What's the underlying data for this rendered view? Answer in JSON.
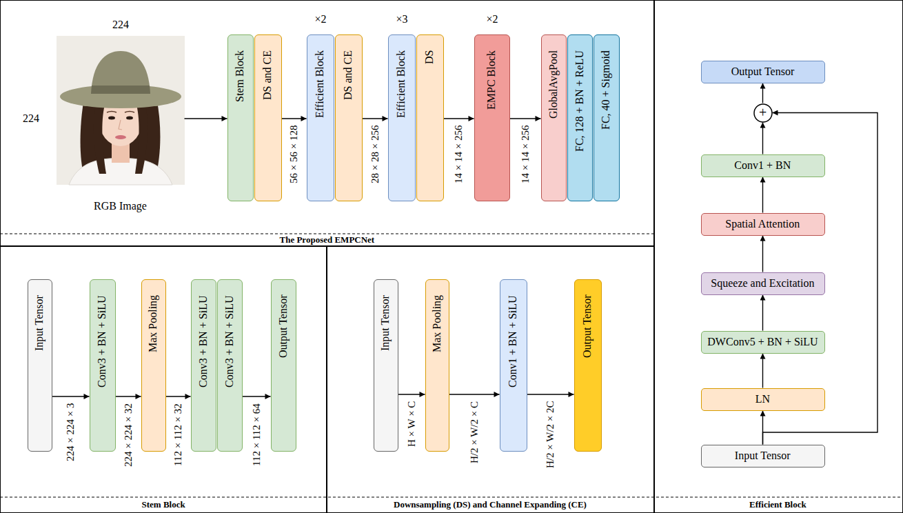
{
  "diagram": {
    "nodes": [
      {
        "text": [
          "The Proposed EMPCNet"
        ]
      },
      {
        "text": [
          "RGB Image"
        ],
        "in": 0
      },
      {
        "text": [
          "Stem Block"
        ],
        "in": 0
      },
      {
        "text": [
          "DS and CE"
        ],
        "in": 0
      },
      {
        "text": [
          "Efficient Block"
        ],
        "in": 0
      },
      {
        "text": [
          "DS and CE"
        ],
        "in": 0
      },
      {
        "text": [
          "Efficient Block"
        ],
        "in": 0
      },
      {
        "text": [
          "DS"
        ],
        "in": 0
      },
      {
        "text": [
          "EMPC Block"
        ],
        "in": 0
      },
      {
        "text": [
          "GlobalAvgPool"
        ],
        "in": 0
      },
      {
        "text": [
          "FC, 128 + BN + ReLU"
        ],
        "in": 0
      },
      {
        "text": [
          "FC, 40 + Sigmoid"
        ],
        "in": 0
      },
      {
        "text": [
          "Stem Block"
        ]
      },
      {
        "text": [
          "Input Tensor"
        ],
        "in": 12
      },
      {
        "text": [
          "Conv3 + BN + SiLU"
        ],
        "in": 12
      },
      {
        "text": [
          "Max Pooling"
        ],
        "in": 12
      },
      {
        "text": [
          "Conv3 + BN + SiLU"
        ],
        "in": 12
      },
      {
        "text": [
          "Conv3 + BN + SiLU"
        ],
        "in": 12
      },
      {
        "text": [
          "Output Tensor"
        ],
        "in": 12
      },
      {
        "text": [
          "Downsampling (DS) and Channel Expanding (CE)"
        ]
      },
      {
        "text": [
          "Input Tensor"
        ],
        "in": 19
      },
      {
        "text": [
          "Max Pooling"
        ],
        "in": 19
      },
      {
        "text": [
          "Conv1 + BN + SiLU"
        ],
        "in": 19
      },
      {
        "text": [
          "Output Tensor"
        ],
        "in": 19
      },
      {
        "text": [
          "Efficient Block"
        ]
      },
      {
        "text": [
          "Output Tensor"
        ],
        "in": 24
      },
      {
        "text": [
          "+"
        ],
        "in": 24
      },
      {
        "text": [
          "Conv1 + BN"
        ],
        "in": 24
      },
      {
        "text": [
          "Spatial Attention"
        ],
        "in": 24
      },
      {
        "text": [
          "Squeeze and Excitation"
        ],
        "in": 24
      },
      {
        "text": [
          "DWConv5 + BN + SiLU"
        ],
        "in": 24
      },
      {
        "text": [
          "LN"
        ],
        "in": 24
      },
      {
        "text": [
          "Input Tensor"
        ],
        "in": 24
      }
    ],
    "edges": [
      {
        "from": 1,
        "to": 2,
        "arrow": "to"
      },
      {
        "from": 3,
        "to": 4,
        "arrow": "to",
        "label": "56 × 56 × 128"
      },
      {
        "from": 5,
        "to": 6,
        "arrow": "to",
        "label": "28 × 28 × 256"
      },
      {
        "from": 7,
        "to": 8,
        "arrow": "to",
        "label": "14 × 14 × 256"
      },
      {
        "from": 8,
        "to": 9,
        "arrow": "to",
        "label": "14 × 14 × 256"
      },
      {
        "from": 13,
        "to": 14,
        "arrow": "to",
        "label": "224 × 224 × 3"
      },
      {
        "from": 14,
        "to": 15,
        "arrow": "to",
        "label": "224 × 224 × 32"
      },
      {
        "from": 15,
        "to": 16,
        "arrow": "to",
        "label": "112 × 112 × 32"
      },
      {
        "from": 17,
        "to": 18,
        "arrow": "to",
        "label": "112 × 112 × 64"
      },
      {
        "from": 20,
        "to": 21,
        "arrow": "to",
        "label": "H × W × C"
      },
      {
        "from": 21,
        "to": 22,
        "arrow": "to",
        "label": "H/2 × W/2 × C"
      },
      {
        "from": 22,
        "to": 23,
        "arrow": "to",
        "label": "H/2 × W/2 × 2C"
      },
      {
        "from": 32,
        "to": 31,
        "arrow": "to"
      },
      {
        "from": 31,
        "to": 30,
        "arrow": "to"
      },
      {
        "from": 30,
        "to": 29,
        "arrow": "to"
      },
      {
        "from": 29,
        "to": 28,
        "arrow": "to"
      },
      {
        "from": 28,
        "to": 27,
        "arrow": "to"
      },
      {
        "from": 27,
        "to": 26,
        "arrow": "to"
      },
      {
        "from": 26,
        "to": 25,
        "arrow": "to"
      },
      {
        "from": 32,
        "to": 26,
        "arrow": "to"
      }
    ],
    "labels": [
      "224",
      "224",
      "×2",
      "×3",
      "×2"
    ]
  }
}
